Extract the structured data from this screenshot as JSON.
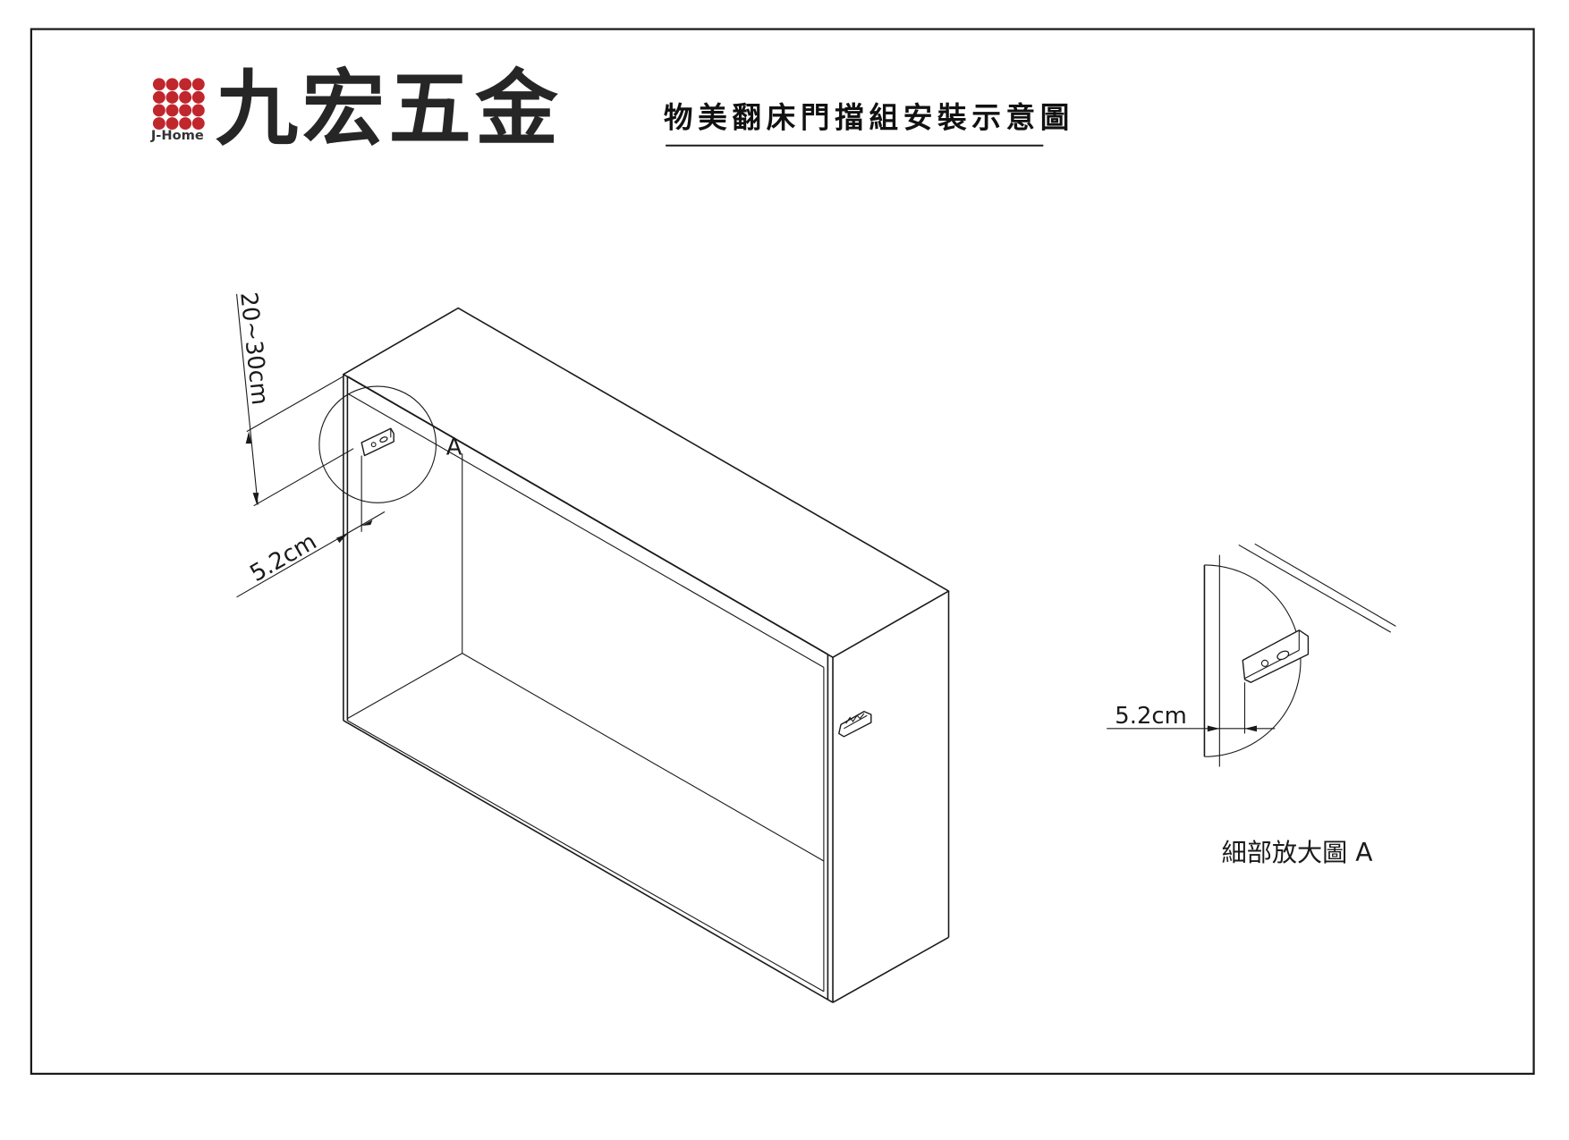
{
  "brand": {
    "logo_icon": "red-dot-grid-logo",
    "logo_sublabel": "J-Home",
    "name": "九宏五金",
    "colors": {
      "logo_dots": "#c0272d",
      "brand_text": "#262626"
    }
  },
  "title": "物美翻床門擋組安裝示意圖",
  "main_view": {
    "dimension_height": "20~30cm",
    "dimension_offset": "5.2cm",
    "detail_callout": "A"
  },
  "detail_view": {
    "dimension_offset": "5.2cm",
    "caption": "細部放大圖 A"
  }
}
